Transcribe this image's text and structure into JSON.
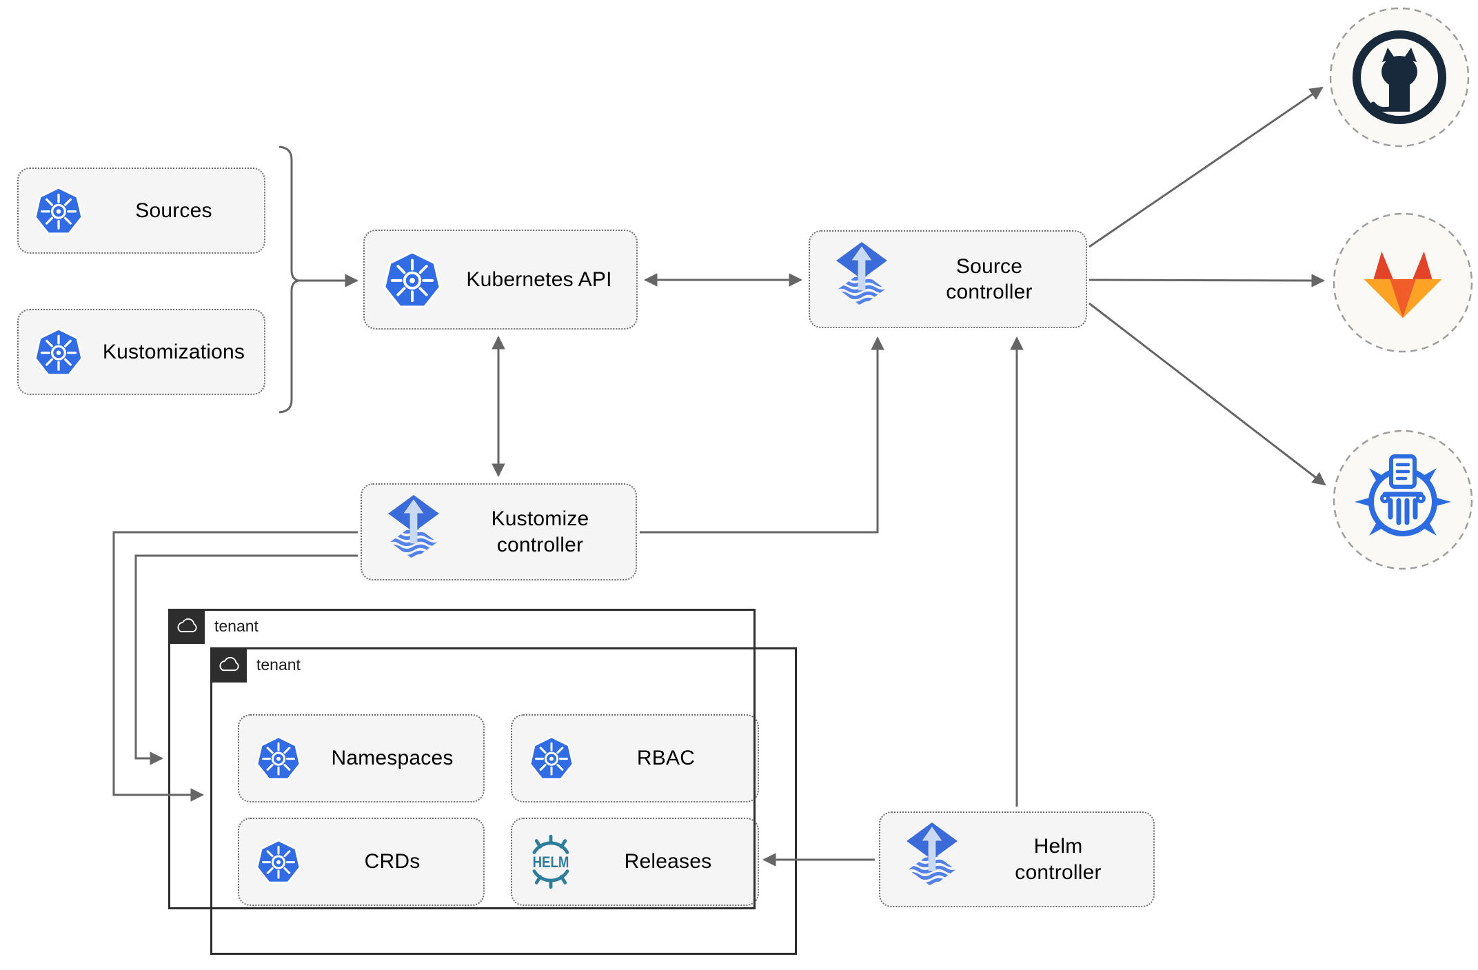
{
  "nodes": {
    "sources": {
      "label": "Sources",
      "icon": "kubernetes-icon"
    },
    "kustomizations": {
      "label": "Kustomizations",
      "icon": "kubernetes-icon"
    },
    "kubernetes_api": {
      "label": "Kubernetes API",
      "icon": "kubernetes-icon"
    },
    "source_controller": {
      "label": "Source\ncontroller",
      "icon": "flux-icon"
    },
    "kustomize_controller": {
      "label": "Kustomize\ncontroller",
      "icon": "flux-icon"
    },
    "helm_controller": {
      "label": "Helm\ncontroller",
      "icon": "flux-icon"
    },
    "namespaces": {
      "label": "Namespaces",
      "icon": "kubernetes-icon"
    },
    "rbac": {
      "label": "RBAC",
      "icon": "kubernetes-icon"
    },
    "crds": {
      "label": "CRDs",
      "icon": "kubernetes-icon"
    },
    "releases": {
      "label": "Releases",
      "icon": "helm-icon"
    }
  },
  "tenants": {
    "outer": {
      "label": "tenant",
      "icon": "cloud-icon"
    },
    "inner": {
      "label": "tenant",
      "icon": "cloud-icon"
    }
  },
  "remotes": {
    "icons": [
      "github-icon",
      "gitlab-icon",
      "chartmuseum-icon"
    ]
  },
  "edges": [
    {
      "from": "sources/kustomizations brace",
      "to": "kubernetes_api",
      "arrow": "end"
    },
    {
      "from": "kubernetes_api",
      "to": "source_controller",
      "arrow": "both"
    },
    {
      "from": "kubernetes_api",
      "to": "kustomize_controller",
      "arrow": "both"
    },
    {
      "from": "kustomize_controller",
      "to": "source_controller",
      "arrow": "end"
    },
    {
      "from": "helm_controller",
      "to": "source_controller",
      "arrow": "end"
    },
    {
      "from": "helm_controller",
      "to": "releases",
      "arrow": "end"
    },
    {
      "from": "kustomize_controller",
      "to": "tenant_inner",
      "arrow": "end"
    },
    {
      "from": "kustomize_controller",
      "to": "tenant_outer",
      "arrow": "end"
    },
    {
      "from": "source_controller",
      "to": "github",
      "arrow": "end"
    },
    {
      "from": "source_controller",
      "to": "gitlab",
      "arrow": "end"
    },
    {
      "from": "source_controller",
      "to": "chartmuseum",
      "arrow": "end"
    }
  ],
  "colors": {
    "line_gray": "#666666",
    "node_fill": "#f5f5f5",
    "node_border": "#6f6f6f",
    "tenant_dark": "#2d2d2d",
    "kubernetes_blue": "#326CE5",
    "flux_blue": "#3B6BD9",
    "flux_stripe": "#5381E8",
    "flux_arrow": "#C9D9F4",
    "helm_teal": "#2E7D9A",
    "chartmuseum_blue": "#2D6BE0",
    "github_dark": "#17293B",
    "gitlab_red": "#E24329",
    "gitlab_orange": "#F05D29",
    "gitlab_light": "#FCA326",
    "circle_fill": "#FAF9F6",
    "circle_border": "#9E9E9E"
  }
}
